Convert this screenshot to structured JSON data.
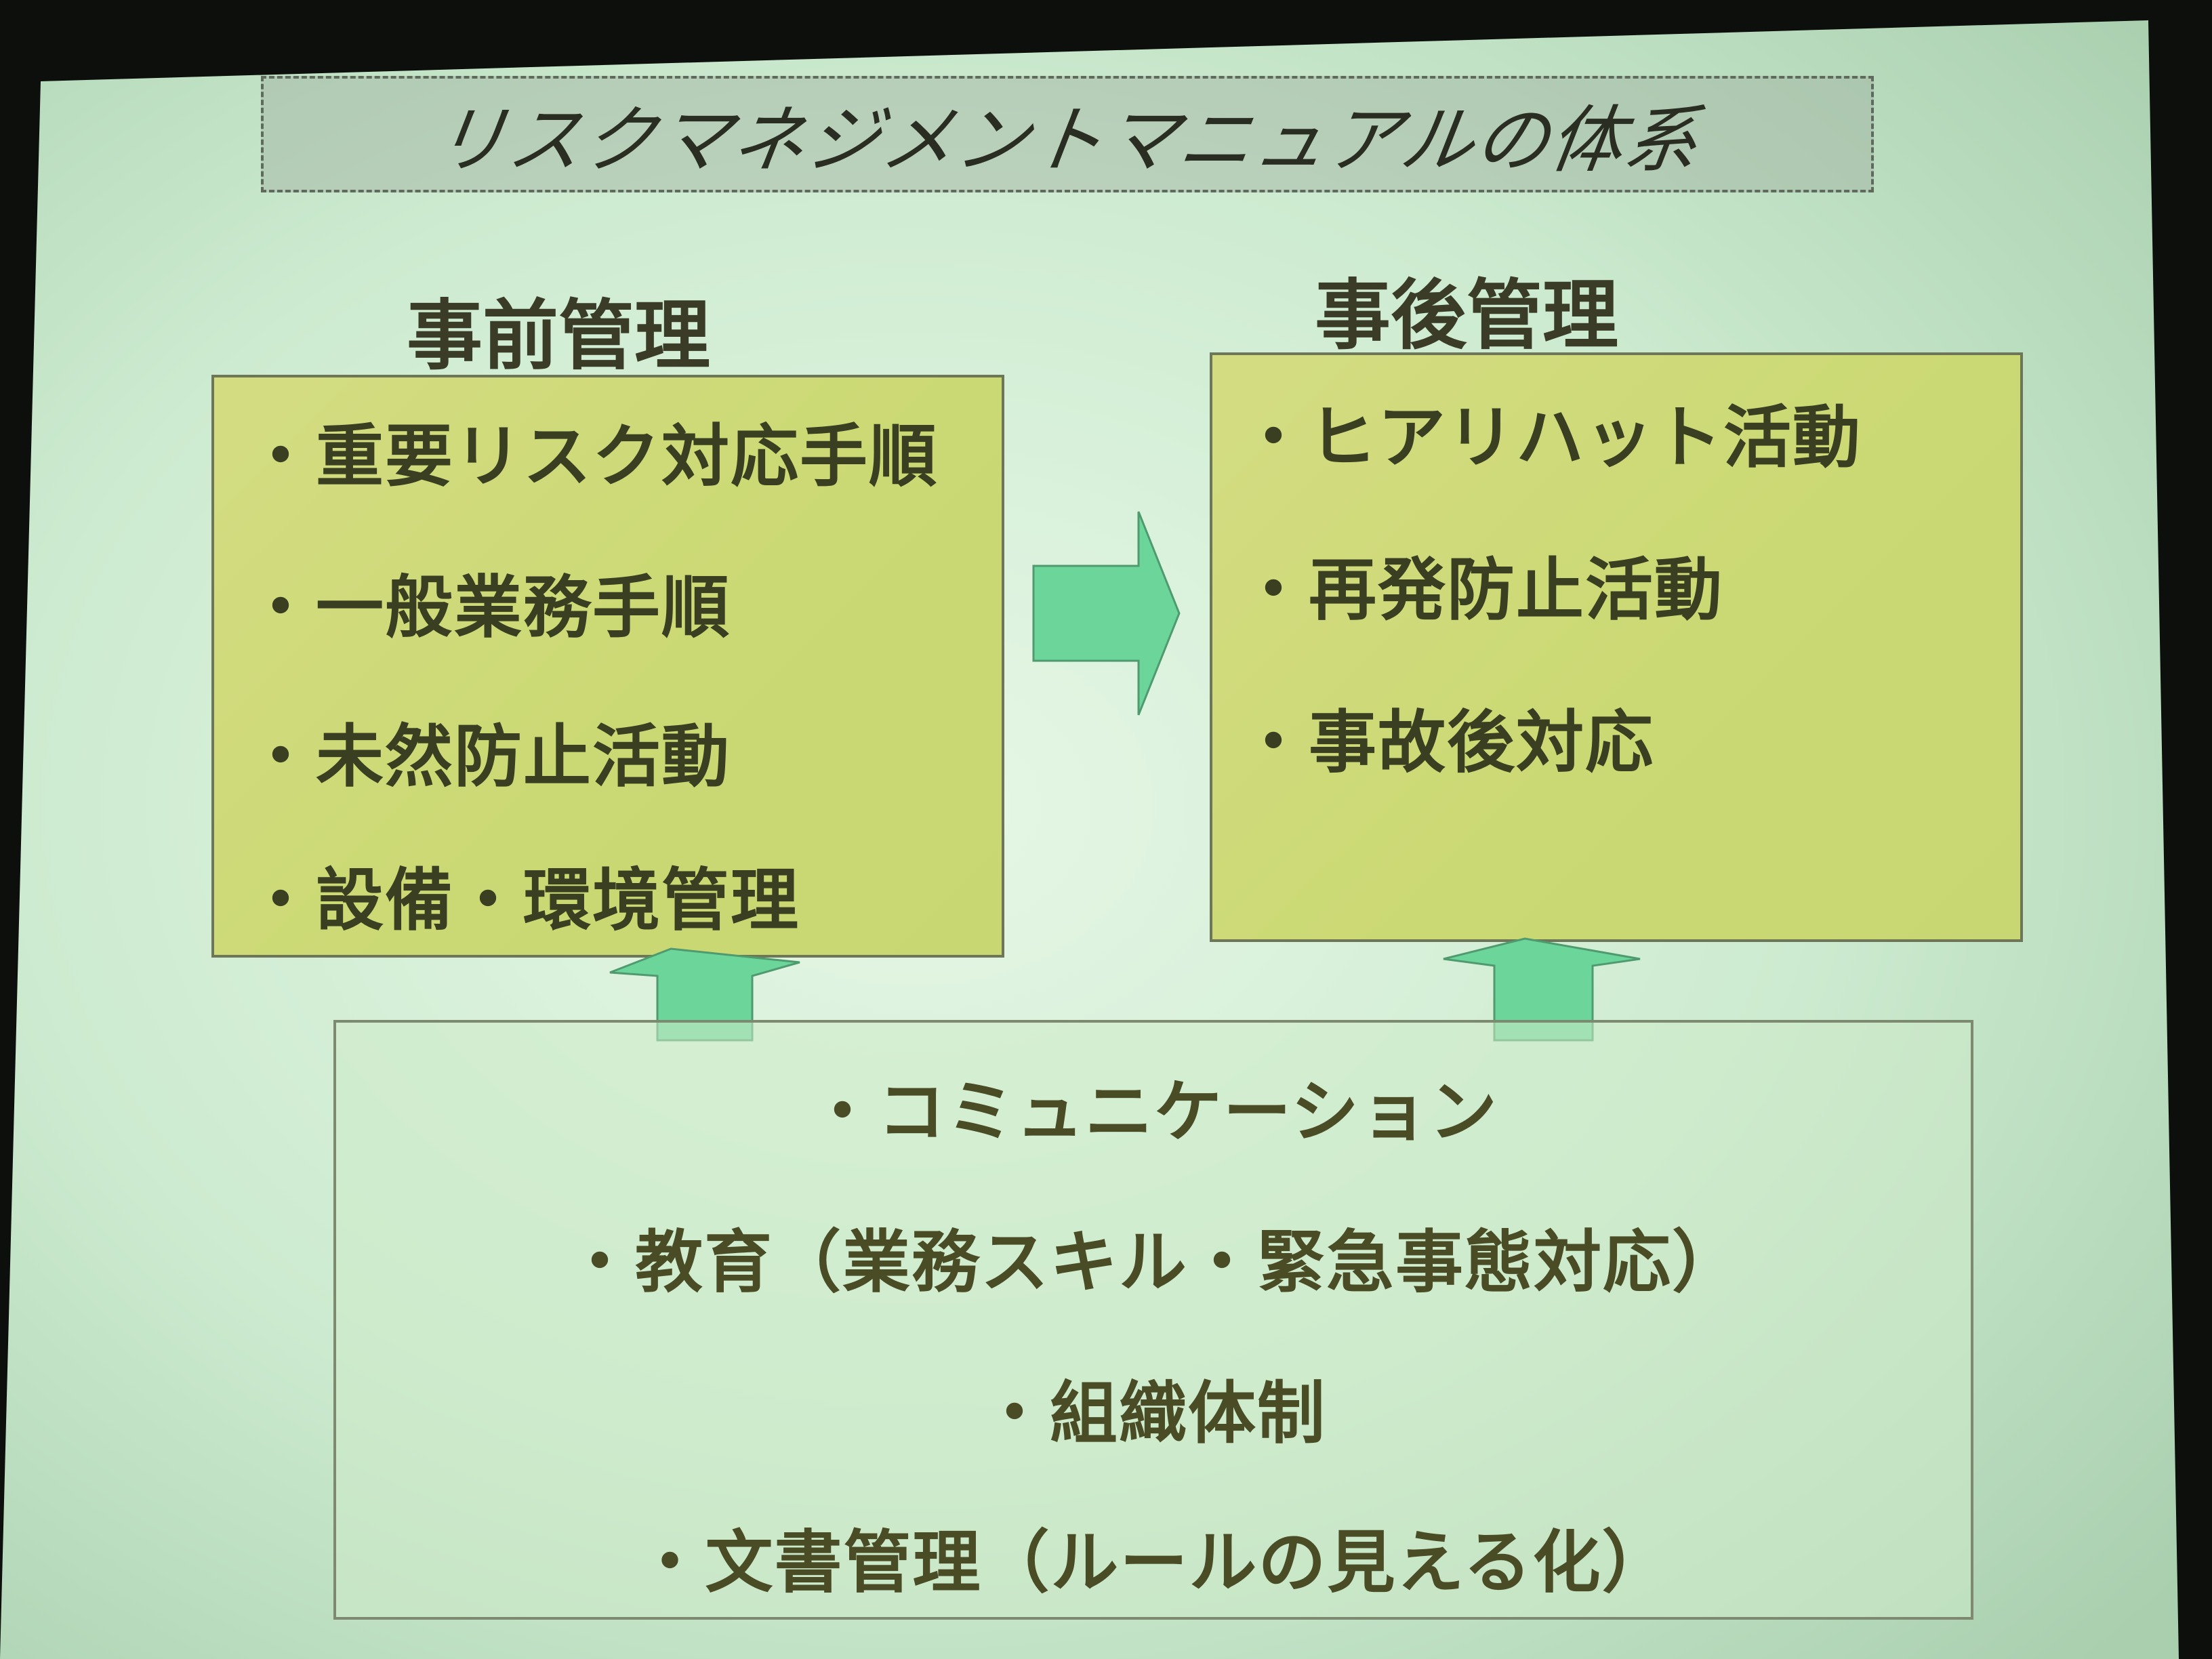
{
  "title": "リスクマネジメントマニュアルの体系",
  "pre_management": {
    "heading": "事前管理",
    "items": [
      "・重要リスク対応手順",
      "・一般業務手順",
      "・未然防止活動",
      "・設備・環境管理"
    ]
  },
  "post_management": {
    "heading": "事後管理",
    "items": [
      "・ヒアリハット活動",
      "・再発防止活動",
      "・事故後対応"
    ]
  },
  "foundation": {
    "items": [
      "・コミュニケーション",
      "・教育（業務スキル・緊急事態対応）",
      "・組織体制",
      "・文書管理（ルールの見える化）"
    ]
  },
  "colors": {
    "yellow_box": "#cbd974",
    "arrow": "#6cd69a",
    "screen": "#c8ecd0"
  }
}
